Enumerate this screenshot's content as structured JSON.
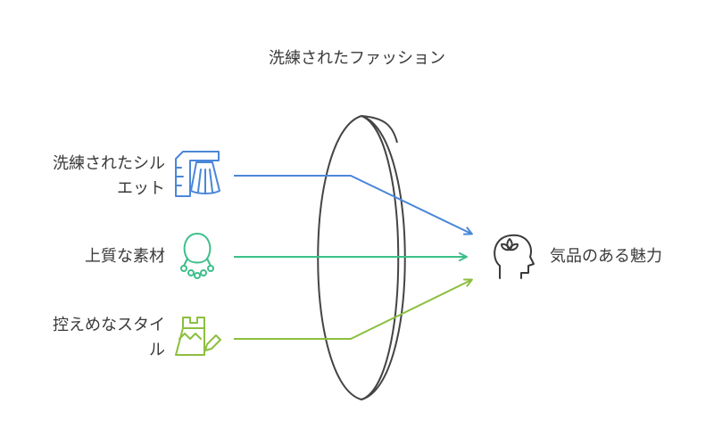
{
  "title": "洗練されたファッション",
  "inputs": [
    {
      "line1": "洗練されたシル",
      "line2": "エット",
      "icon": "skirt-ruler-icon",
      "color": "#4a87d9"
    },
    {
      "line1": "上質な素材",
      "line2": "",
      "icon": "necklace-icon",
      "color": "#3cbf8a"
    },
    {
      "line1": "控えめなスタイ",
      "line2": "ル",
      "icon": "dress-pencil-icon",
      "color": "#8cbf3f"
    }
  ],
  "output": {
    "label": "気品のある魅力",
    "icon": "head-lotus-icon",
    "color": "#3a3a3a"
  },
  "lens": {
    "name": "lens",
    "stroke": "#444444"
  }
}
